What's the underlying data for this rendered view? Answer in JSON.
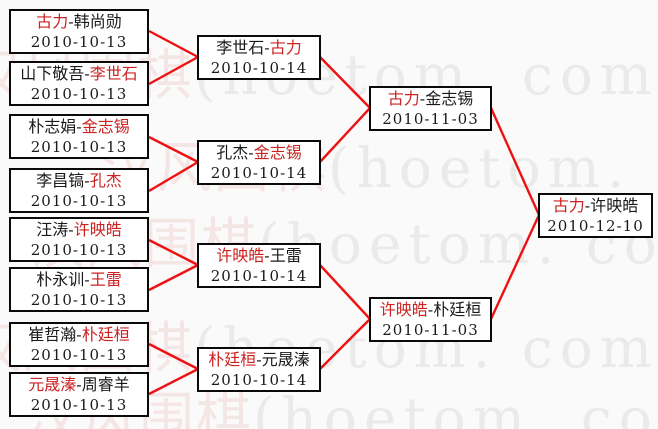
{
  "separator": "-",
  "watermark": {
    "cjk": "汉风围棋",
    "latin": "(hoetom. com)"
  },
  "colors": {
    "winner_red": "#cc2222",
    "connector_red": "#ee1111",
    "box_border": "#0a0a0a"
  },
  "rounds": {
    "r1": [
      {
        "p1": "古力",
        "p2": "韩尚勋",
        "winner": "p1",
        "date": "2010-10-13"
      },
      {
        "p1": "山下敬吾",
        "p2": "李世石",
        "winner": "p2",
        "date": "2010-10-13"
      },
      {
        "p1": "朴志娟",
        "p2": "金志锡",
        "winner": "p2",
        "date": "2010-10-13"
      },
      {
        "p1": "李昌镐",
        "p2": "孔杰",
        "winner": "p2",
        "date": "2010-10-13"
      },
      {
        "p1": "汪涛",
        "p2": "许映皓",
        "winner": "p2",
        "date": "2010-10-13"
      },
      {
        "p1": "朴永训",
        "p2": "王雷",
        "winner": "p2",
        "date": "2010-10-13"
      },
      {
        "p1": "崔哲瀚",
        "p2": "朴廷桓",
        "winner": "p2",
        "date": "2010-10-13"
      },
      {
        "p1": "元晟溱",
        "p2": "周睿羊",
        "winner": "p1",
        "date": "2010-10-13"
      }
    ],
    "r2": [
      {
        "p1": "李世石",
        "p2": "古力",
        "winner": "p2",
        "date": "2010-10-14"
      },
      {
        "p1": "孔杰",
        "p2": "金志锡",
        "winner": "p2",
        "date": "2010-10-14"
      },
      {
        "p1": "许映皓",
        "p2": "王雷",
        "winner": "p1",
        "date": "2010-10-14"
      },
      {
        "p1": "朴廷桓",
        "p2": "元晟溱",
        "winner": "p1",
        "date": "2010-10-14"
      }
    ],
    "r3": [
      {
        "p1": "古力",
        "p2": "金志锡",
        "winner": "p1",
        "date": "2010-11-03"
      },
      {
        "p1": "许映皓",
        "p2": "朴廷桓",
        "winner": "p1",
        "date": "2010-11-03"
      }
    ],
    "f": [
      {
        "p1": "古力",
        "p2": "许映皓",
        "winner": "p1",
        "date": "2010-12-10"
      }
    ]
  }
}
